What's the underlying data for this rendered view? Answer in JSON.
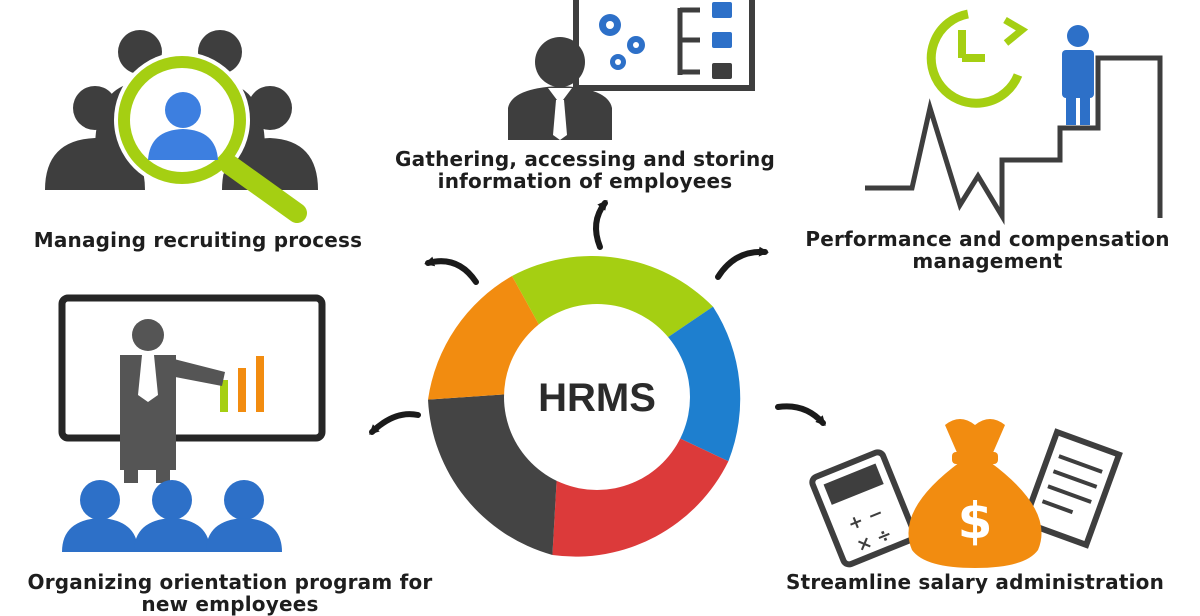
{
  "center": {
    "label": "HRMS"
  },
  "ring_segments": [
    {
      "name": "gathering-info",
      "color": "#a5cf12"
    },
    {
      "name": "performance",
      "color": "#1e7fcf"
    },
    {
      "name": "salary",
      "color": "#dc3a3a"
    },
    {
      "name": "orientation",
      "color": "#444444"
    },
    {
      "name": "recruiting",
      "color": "#f28c10"
    }
  ],
  "functions": {
    "recruiting": {
      "label": "Managing recruiting process",
      "icon": "recruiting-magnifier-people-icon"
    },
    "gathering": {
      "line1": "Gathering, accessing and storing",
      "line2": "information of employees",
      "icon": "manager-dashboard-icon"
    },
    "performance": {
      "line1": "Performance and compensation",
      "line2": "management",
      "icon": "performance-chart-clock-icon"
    },
    "orientation": {
      "line1": "Organizing orientation program for",
      "line2": "new employees",
      "icon": "presentation-board-icon"
    },
    "salary": {
      "label": "Streamline salary administration",
      "icon": "money-bag-calculator-icon"
    }
  },
  "colors": {
    "green": "#a5cf12",
    "blue": "#1e7fcf",
    "orange": "#f28c10",
    "red": "#dc3a3a",
    "dark": "#444444",
    "text": "#1e1e1e"
  }
}
